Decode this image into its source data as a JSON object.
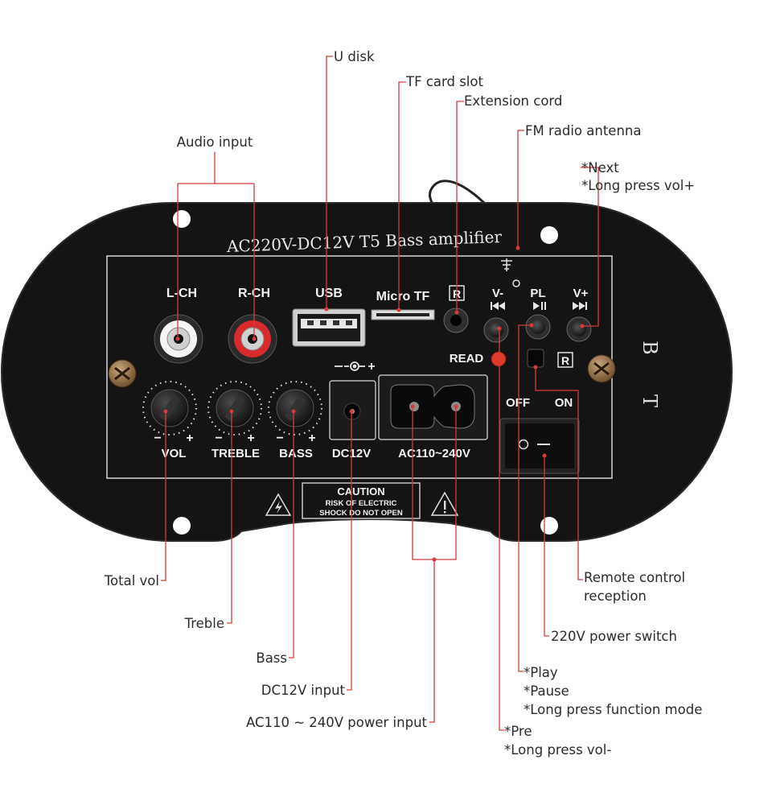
{
  "callouts": {
    "u_disk": "U disk",
    "tf_card": "TF card slot",
    "extension_cord": "Extension cord",
    "fm_antenna": "FM radio antenna",
    "audio_input": "Audio input",
    "next_1": "*Next",
    "next_2": "*Long press vol+",
    "total_vol": "Total vol",
    "treble": "Treble",
    "bass": "Bass",
    "dc12v_input": "DC12V input",
    "ac_input": "AC110 ~ 240V power input",
    "remote_1": "Remote control",
    "remote_2": "reception",
    "power_switch": "220V power switch",
    "play_1": "*Play",
    "play_2": "*Pause",
    "play_3": "*Long press function mode",
    "pre_1": "*Pre",
    "pre_2": "*Long press vol-"
  },
  "panel": {
    "title": "AC220V-DC12V T5 Bass amplifier",
    "l_ch": "L-CH",
    "r_ch": "R-CH",
    "usb": "USB",
    "micro_tf": "Micro TF",
    "r_mark": "R",
    "v_minus": "V-",
    "pl": "PL",
    "v_plus": "V+",
    "read": "READ",
    "vol": "VOL",
    "treble": "TREBLE",
    "bass": "BASS",
    "dc12v": "DC12V",
    "ac": "AC110~240V",
    "off": "OFF",
    "on": "ON",
    "bt_b": "B",
    "bt_t": "T",
    "minus": "−",
    "plus": "+",
    "caution_title": "CAUTION",
    "caution_line1": "RISK OF ELECTRIC",
    "caution_line2": "SHOCK DO NOT OPEN"
  },
  "colors": {
    "leader": "#d33a3a",
    "panel": "#151515",
    "label_text": "#2b2b2b"
  }
}
